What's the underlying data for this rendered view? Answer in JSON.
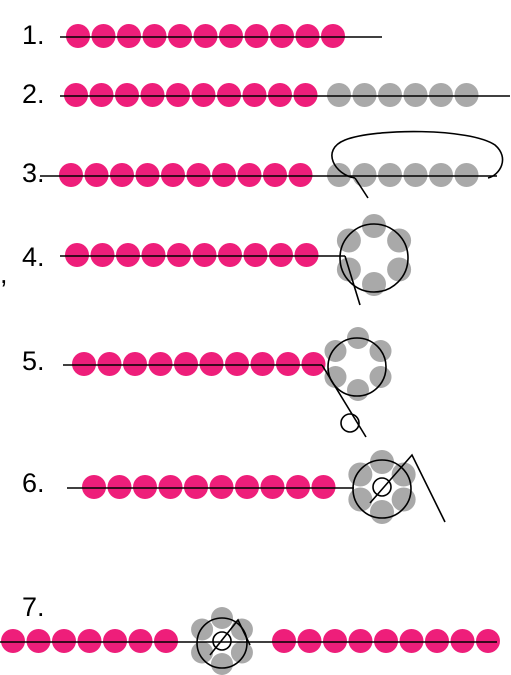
{
  "colors": {
    "pink_bead": "#ee1e7a",
    "gray_bead": "#a9a9a9",
    "thread": "#000000",
    "background": "#ffffff"
  },
  "steps": [
    {
      "label": "1."
    },
    {
      "label": "2."
    },
    {
      "label": "3."
    },
    {
      "label": "4."
    },
    {
      "label": "5."
    },
    {
      "label": "6."
    },
    {
      "label": "7."
    }
  ],
  "stray_mark": ","
}
